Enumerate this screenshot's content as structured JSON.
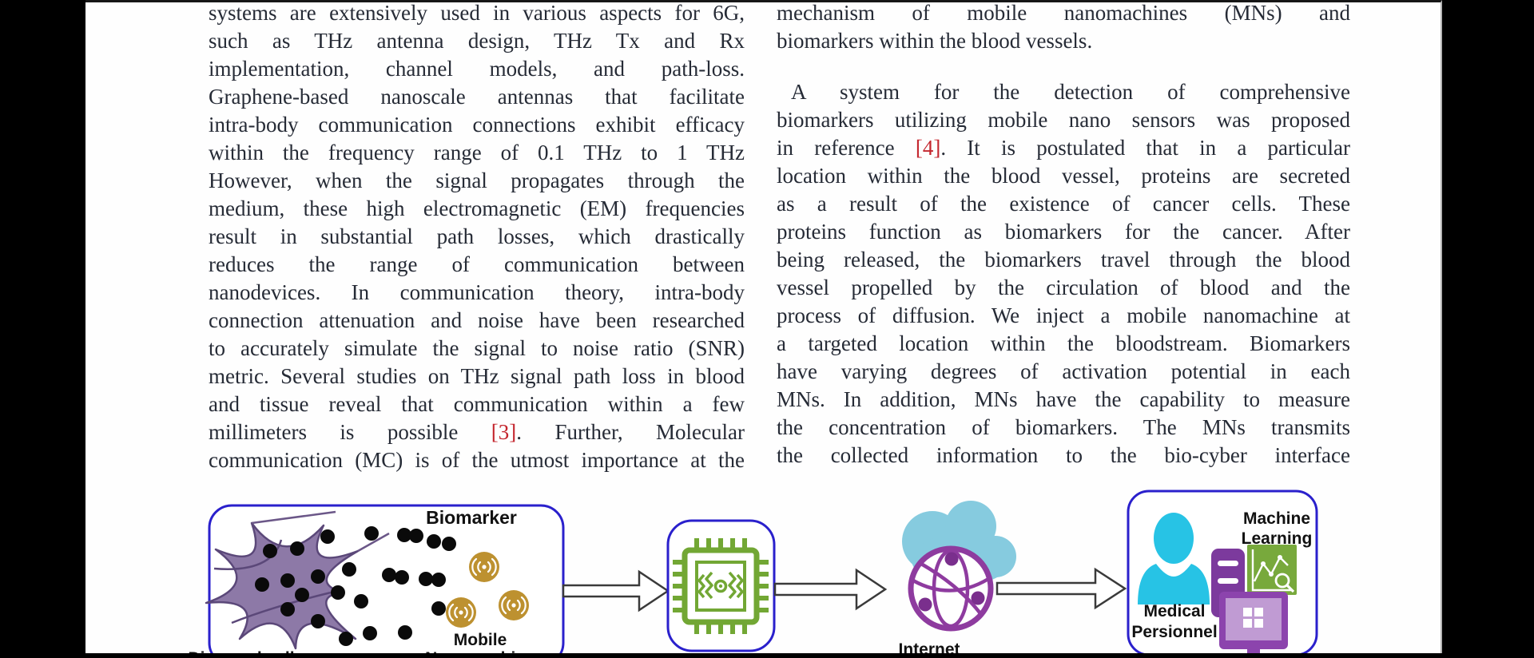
{
  "article": {
    "left_column": {
      "lines": [
        "systems are extensively used in various aspects for 6G,",
        "such as THz antenna design, THz Tx and Rx",
        "implementation, channel models, and path-loss.",
        "Graphene-based nanoscale antennas that facilitate",
        "intra-body communication connections exhibit efficacy",
        "within the frequency range of 0.1 THz to 1 THz",
        "However, when the signal propagates through the",
        "medium, these high electromagnetic (EM) frequencies",
        "result in substantial path losses, which drastically",
        "reduces the range of communication between",
        "nanodevices. In communication theory, intra-body",
        "connection attenuation and noise have been researched",
        "to accurately simulate the signal to noise ratio (SNR)",
        "metric. Several studies on THz signal path loss in blood",
        "and tissue reveal that communication within a few",
        {
          "pre": "millimeters is possible ",
          "ref": "[3]",
          "post": ". Further, Molecular"
        },
        "communication (MC) is of the utmost importance at the"
      ]
    },
    "right_column": {
      "lines": [
        "mechanism of mobile nanomachines (MNs) and",
        "biomarkers within the blood vessels.",
        "A system for the detection of comprehensive",
        "biomarkers utilizing mobile nano sensors was proposed",
        {
          "pre": "in reference ",
          "ref": "[4]",
          "post": ". It is postulated that in a particular"
        },
        "location within the blood vessel, proteins are secreted",
        "as a result of the existence of cancer cells. These",
        "proteins function as biomarkers for the cancer. After",
        "being released, the biomarkers travel through the blood",
        "vessel propelled by the circulation of blood and the",
        "process of diffusion. We inject a mobile nanomachine at",
        "a targeted location within the bloodstream. Biomarkers",
        "have varying degrees of activation potential in each",
        "MNs. In addition, MNs have the capability to measure",
        "the concentration of biomarkers. The MNs transmits",
        "the collected information to the bio-cyber interface"
      ]
    }
  },
  "figure": {
    "cell_box": {
      "biomarker_label": "Biomarker",
      "mobile_label": "Mobile",
      "nanomachine_label": "Nanomachine",
      "diseased_cell_label": "Diseased cell"
    },
    "internet_label": "Internet",
    "personnel_box": {
      "machine_label": "Machine",
      "learning_label": "Learning",
      "medical_label": "Medical",
      "persionnel_label": "Persionnel"
    },
    "colors": {
      "box_border_blue": "#2a20cc",
      "cell_purple": "#8d79a7",
      "cell_outline": "#5b4879",
      "biomarker_black": "#0a0a0a",
      "nanomachine_gold": "#bd9130",
      "chip_green": "#72a734",
      "cloud_blue": "#86cbdf",
      "globe_purple": "#8e3b9f",
      "person_cyan": "#27c3e5",
      "server_purple": "#7c3a9d",
      "monitor_purple": "#8c44ad",
      "ml_green": "#78a93c",
      "citation_red": "#c4262e",
      "text_color": "#262b36"
    }
  }
}
